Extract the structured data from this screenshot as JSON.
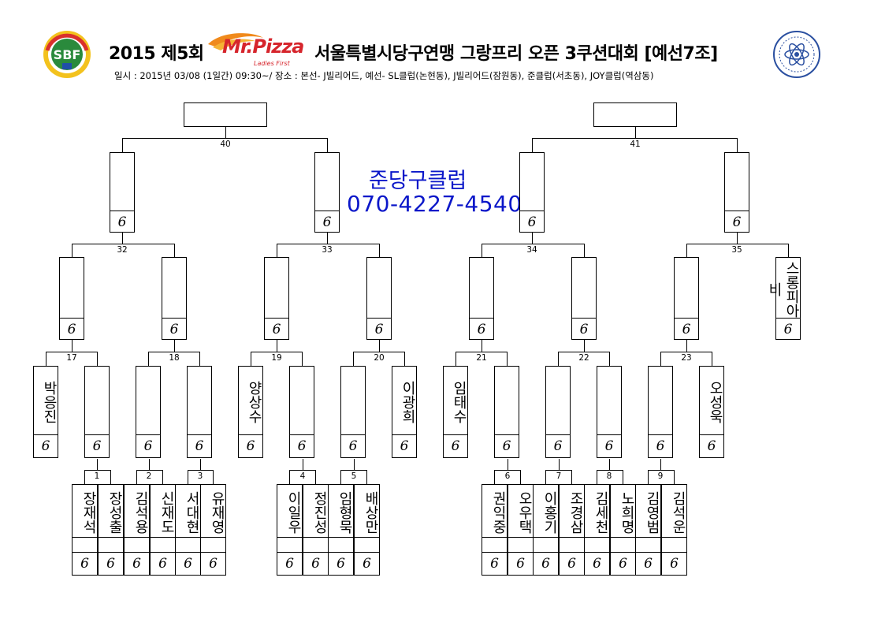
{
  "header": {
    "title_part1": "2015 제5회",
    "title_part2": "서울특별시당구연맹 그랑프리 오픈 3쿠션대회 [예선7조]",
    "subtitle": "일시 : 2015년 03/08 (1일간) 09:30~/ 장소 : 본선- J빌리어드, 예선- SL클럽(논현동), J빌리어드(잠원동), 준클럽(서초동), JOY클럽(역삼동)",
    "sponsor_name": "Mr.Pizza",
    "sponsor_tagline": "Ladies First",
    "left_logo_text": "SBF"
  },
  "promo": {
    "club": "준당구클럽",
    "phone": "070-4227-4540"
  },
  "bracket": {
    "score_mark": "6",
    "match_numbers": {
      "m1": "1",
      "m2": "2",
      "m3": "3",
      "m4": "4",
      "m5": "5",
      "m6": "6",
      "m7": "7",
      "m8": "8",
      "m9": "9",
      "m17": "17",
      "m18": "18",
      "m19": "19",
      "m20": "20",
      "m21": "21",
      "m22": "22",
      "m23": "23",
      "m32": "32",
      "m33": "33",
      "m34": "34",
      "m35": "35",
      "m40": "40",
      "m41": "41"
    },
    "round1_players": [
      "장재석",
      "장성출",
      "김석용",
      "신재도",
      "서대현",
      "유재영",
      "이일우",
      "정진성",
      "임형묵",
      "배상만",
      "권익중",
      "오우택",
      "이홍기",
      "조경삼",
      "김세천",
      "노희명",
      "김영범",
      "김석운"
    ],
    "round2_names": {
      "s17a": "박응진",
      "s19a": "양상수",
      "s20b": "이광희",
      "s21a": "임태수",
      "s23b": "오성욱"
    },
    "round3_names": {
      "s35b": "스롱피아비"
    }
  }
}
